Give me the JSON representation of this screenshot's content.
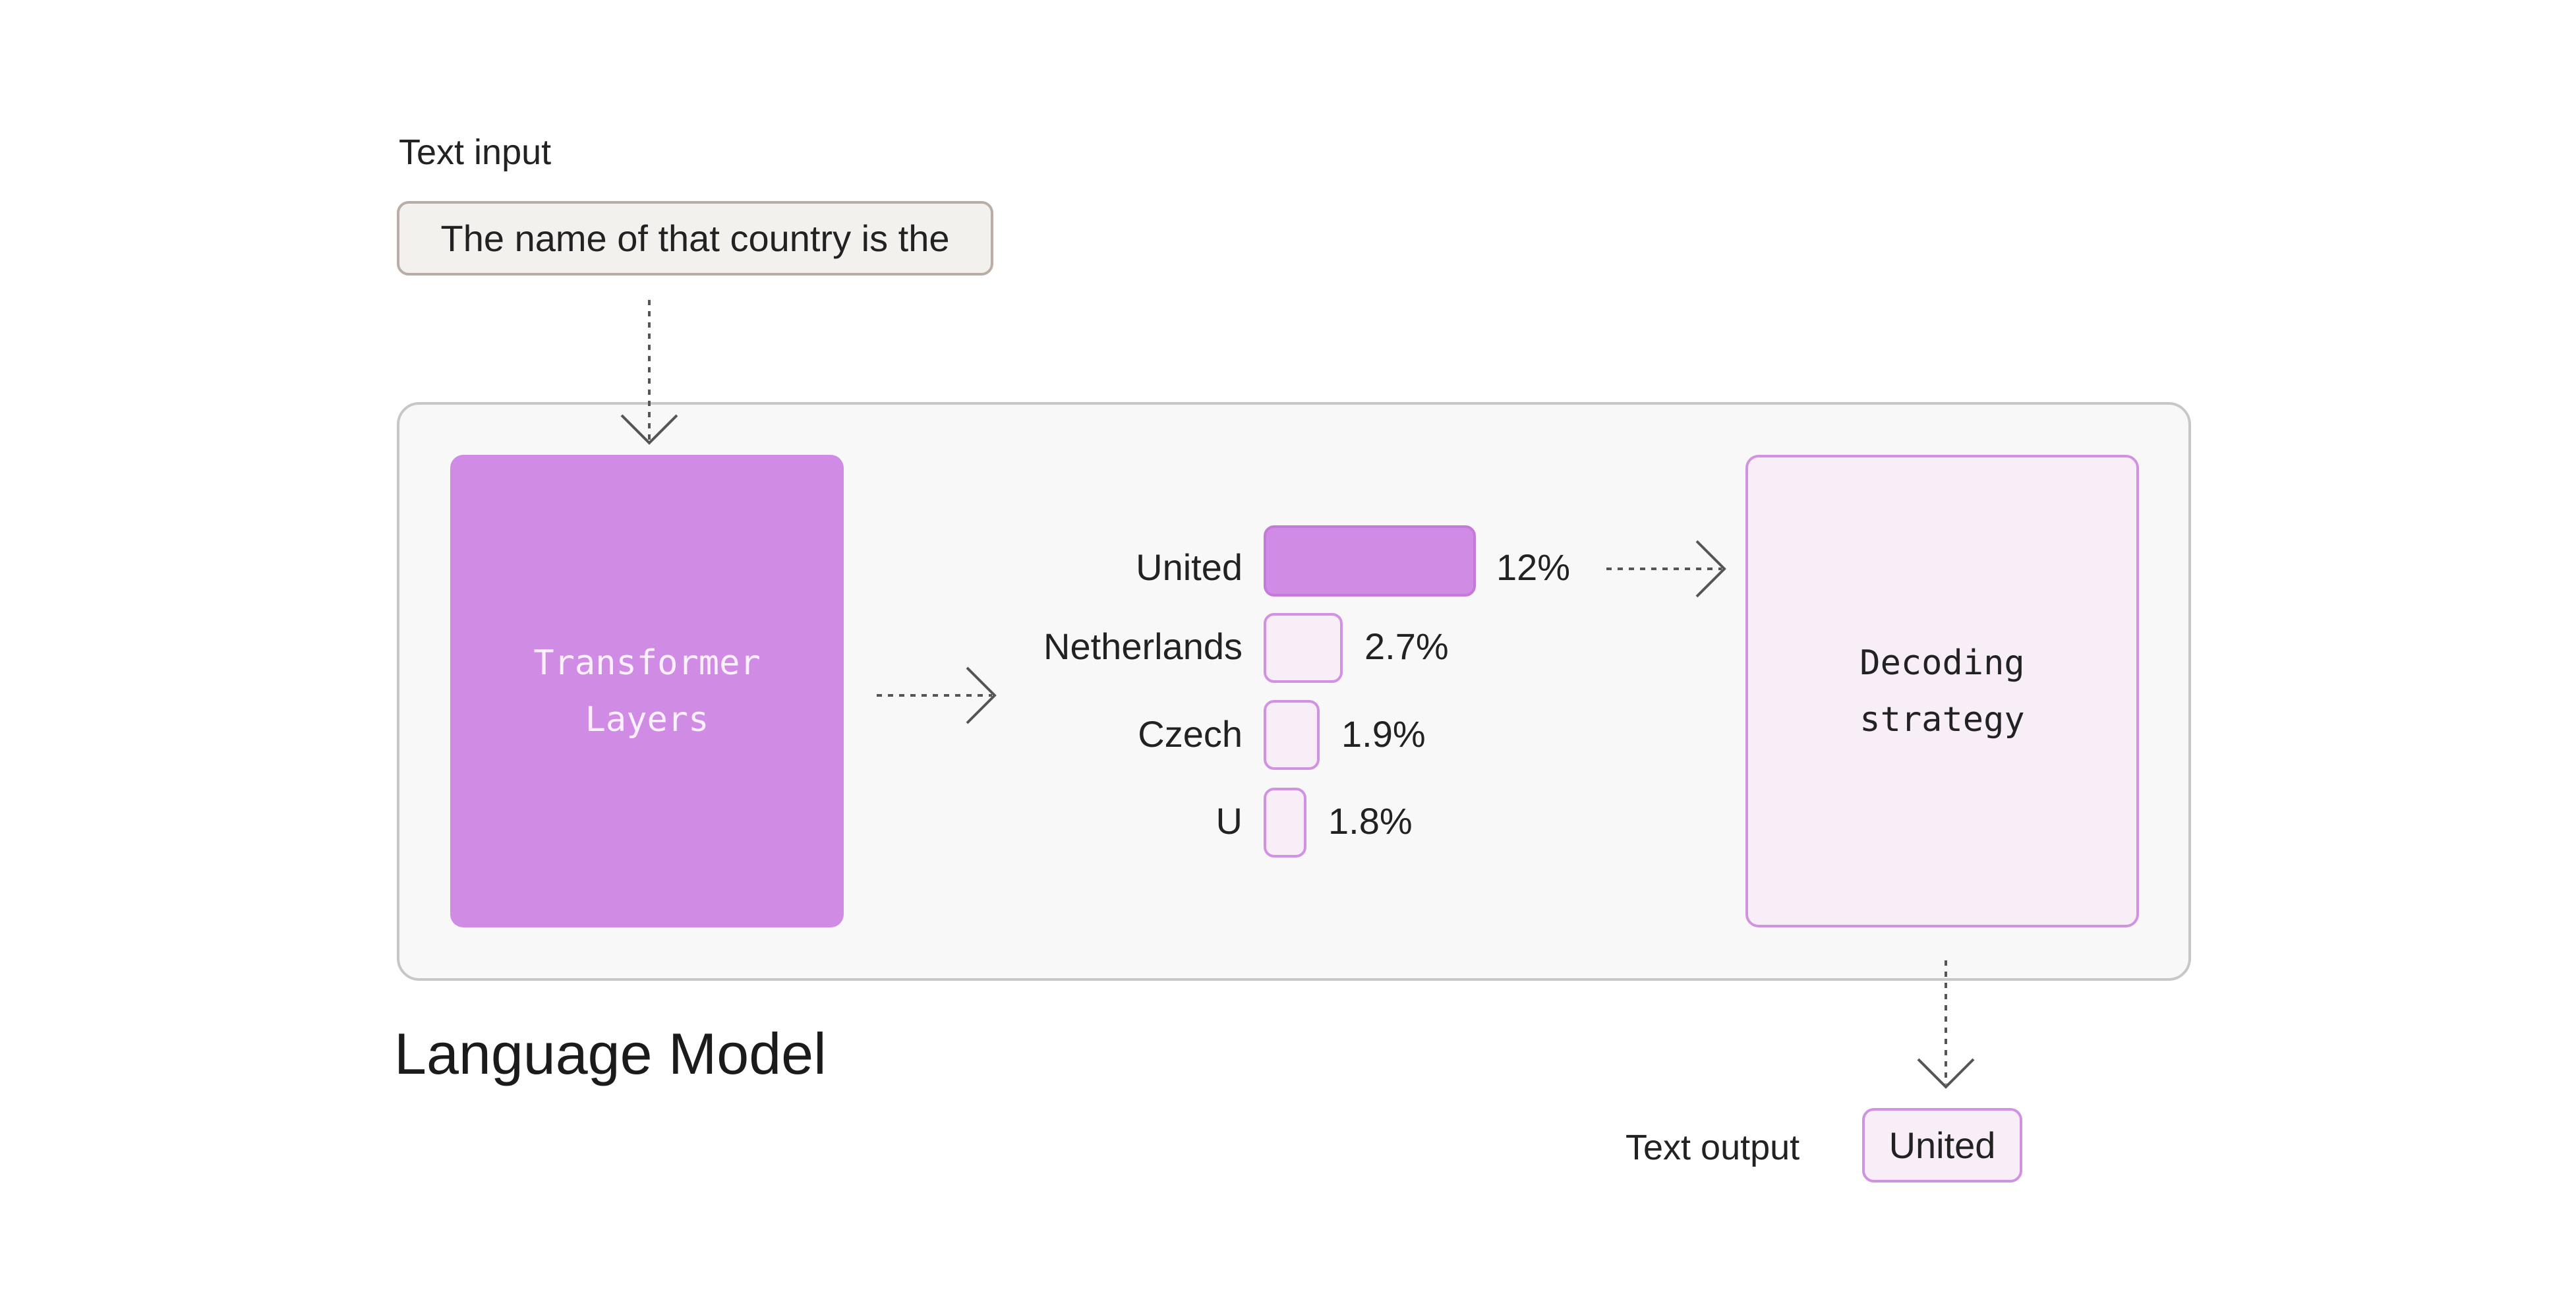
{
  "input": {
    "label": "Text input",
    "text": "The name of that country is the"
  },
  "model": {
    "title": "Language Model",
    "transformer_line1": "Transformer",
    "transformer_line2": "Layers",
    "decoding_line1": "Decoding",
    "decoding_line2": "strategy"
  },
  "probabilities": [
    {
      "token": "United",
      "percent": "12%",
      "value": 12
    },
    {
      "token": "Netherlands",
      "percent": "2.7%",
      "value": 2.7
    },
    {
      "token": "Czech",
      "percent": "1.9%",
      "value": 1.9
    },
    {
      "token": "U",
      "percent": "1.8%",
      "value": 1.8
    }
  ],
  "output": {
    "label": "Text output",
    "text": "United"
  }
}
